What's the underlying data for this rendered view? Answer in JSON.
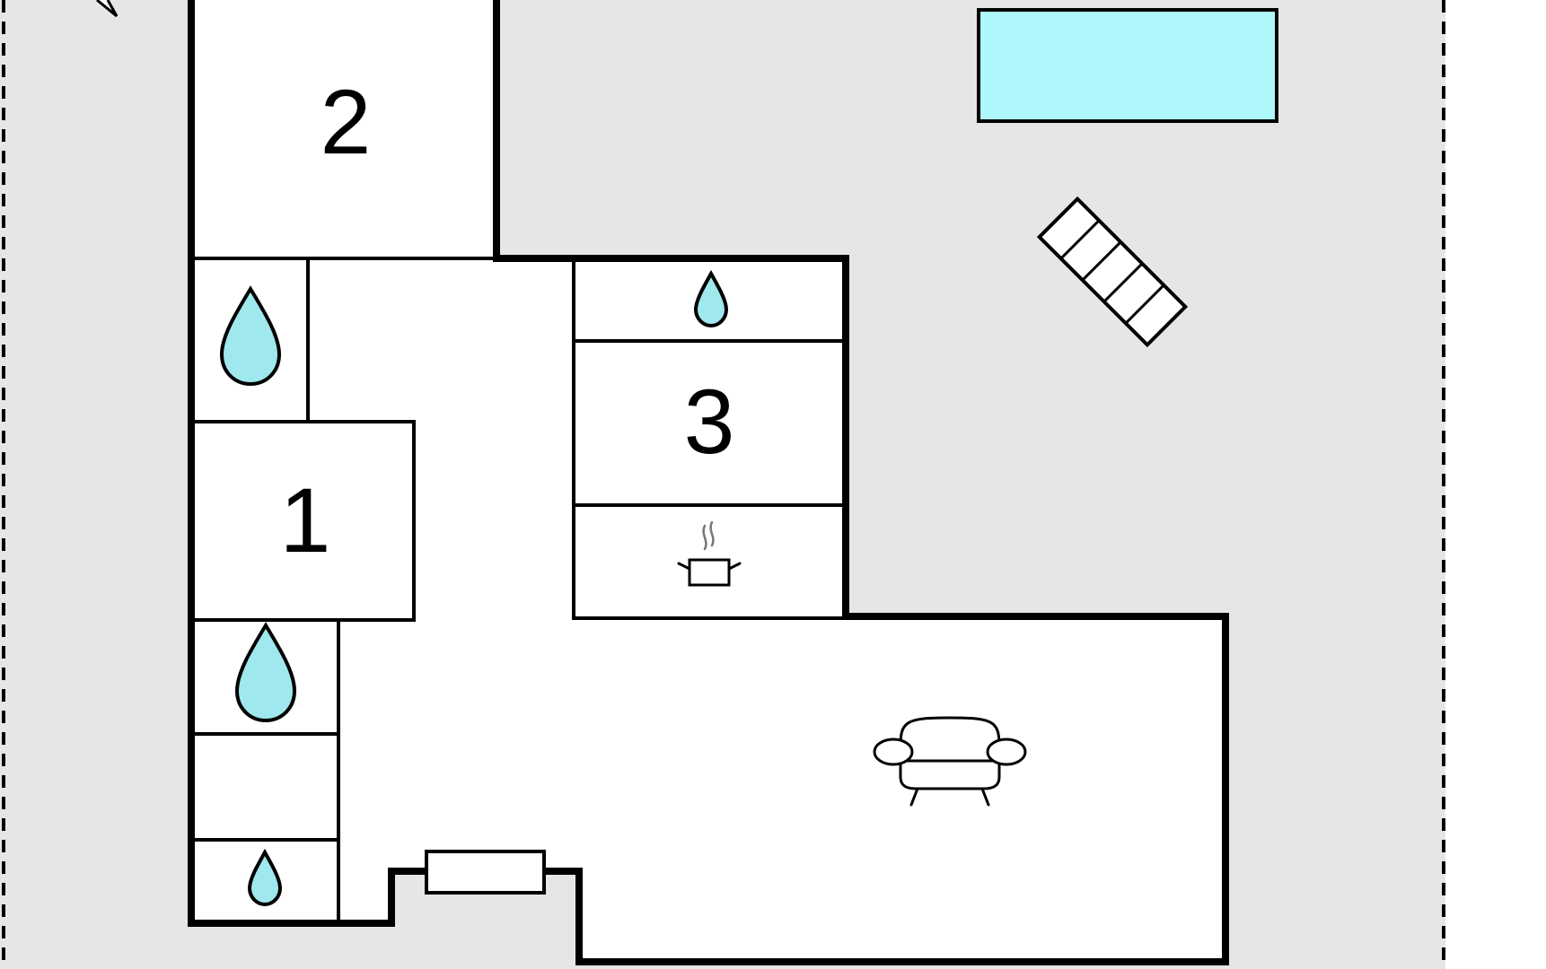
{
  "rooms": [
    {
      "id": "bedroom-1",
      "label": "1"
    },
    {
      "id": "bedroom-2",
      "label": "2"
    },
    {
      "id": "bedroom-3",
      "label": "3"
    }
  ],
  "icons": {
    "bathroom": "water-drop-icon",
    "kitchen": "cooking-pot-icon",
    "living": "sofa-icon",
    "pool": "pool",
    "terrace": "sun-lounger-icon",
    "north": "north-arrow-icon"
  },
  "colors": {
    "outdoor": "#e6e6e6",
    "indoor": "#ffffff",
    "water": "#9fe8ee",
    "pool": "#aef7fa",
    "wall": "#000000"
  }
}
